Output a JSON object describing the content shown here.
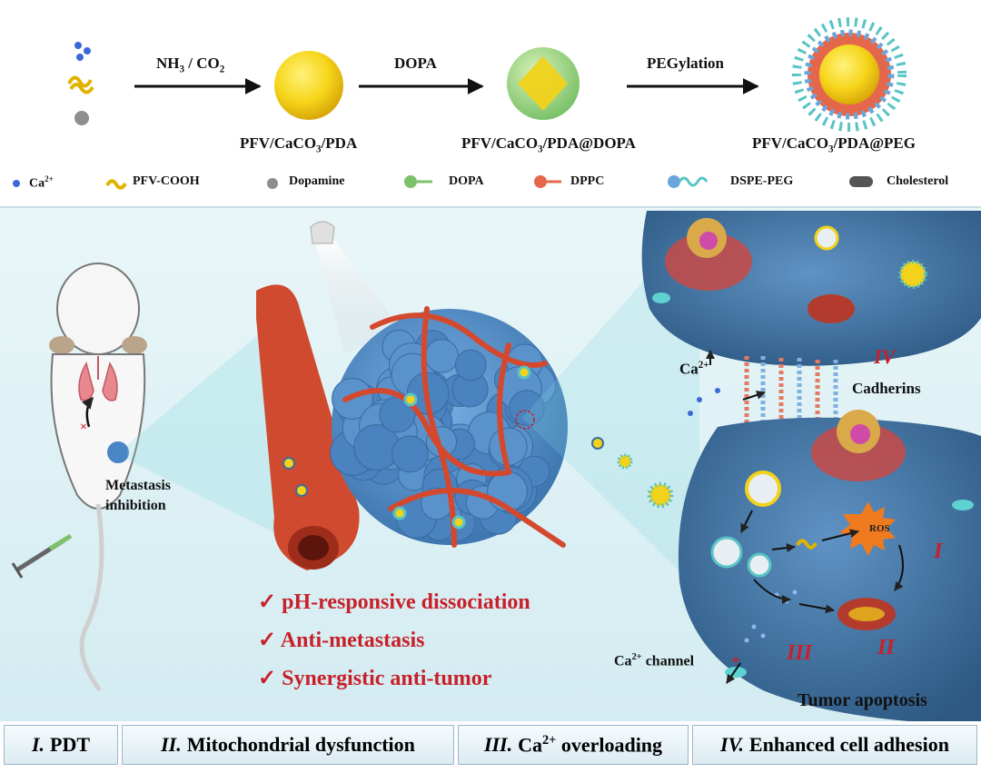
{
  "synthesis": {
    "step1_label": "NH3 / CO2",
    "step2_label": "DOPA",
    "step3_label": "PEGylation",
    "product1": "PFV/CaCO3/PDA",
    "product2": "PFV/CaCO3/PDA@DOPA",
    "product3": "PFV/CaCO3/PDA@PEG"
  },
  "legend": {
    "ca": "Ca2+",
    "pfv": "PFV-COOH",
    "dopamine": "Dopamine",
    "dopa": "DOPA",
    "dppc": "DPPC",
    "dspe_peg": "DSPE-PEG",
    "cholesterol": "Cholesterol"
  },
  "mouse": {
    "label_line1": "Metastasis",
    "label_line2": "inhibition"
  },
  "features": [
    "pH-responsive dissociation",
    "Anti-metastasis",
    "Synergistic anti-tumor"
  ],
  "cells": {
    "ca_up": "Ca2+",
    "cadherins": "Cadherins",
    "roman_iv": "IV",
    "roman_i": "I",
    "roman_ii": "II",
    "roman_iii": "III",
    "ros": "ROS",
    "ca_channel": "Ca2+ channel",
    "apoptosis": "Tumor apoptosis"
  },
  "footer": [
    {
      "roman": "I.",
      "text": "PDT"
    },
    {
      "roman": "II.",
      "text": "Mitochondrial dysfunction"
    },
    {
      "roman": "III.",
      "text": "Ca2+ overloading"
    },
    {
      "roman": "IV.",
      "text": "Enhanced cell adhesion"
    }
  ],
  "colors": {
    "tumor_blue": "#4a86c5",
    "vessel_red": "#d4492e",
    "cell_blue": "#3a6f9e",
    "accent_red": "#c8202a",
    "core_yellow": "#f2d21a"
  }
}
